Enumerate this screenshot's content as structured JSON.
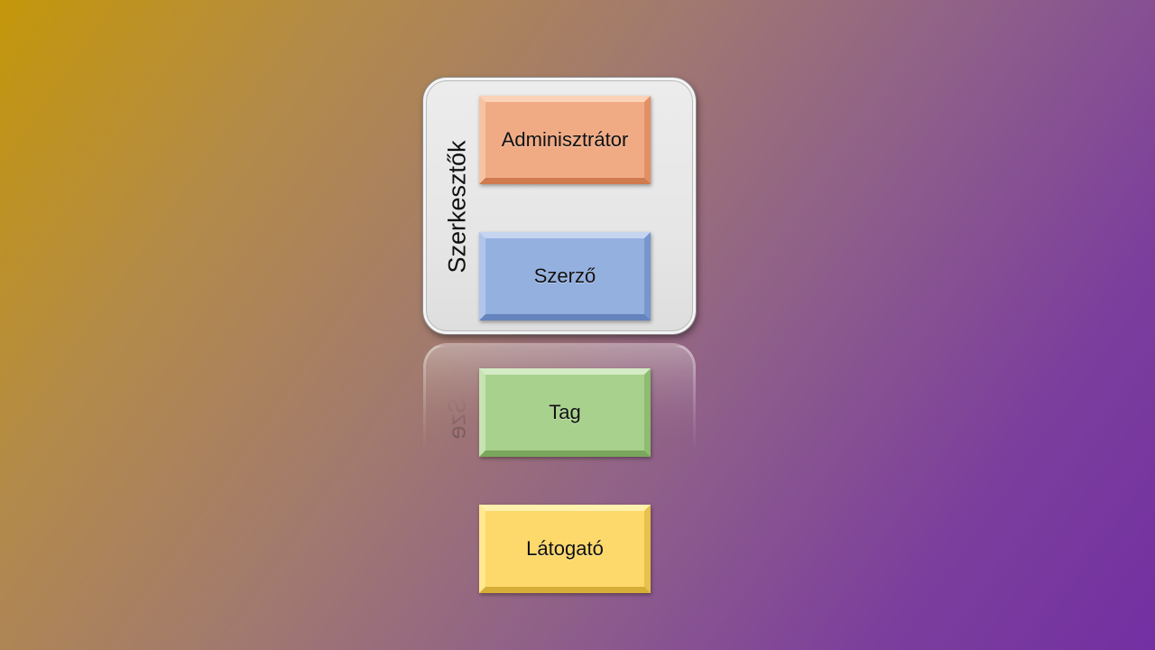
{
  "diagram": {
    "group": {
      "label": "Szerkesztők",
      "reflection_text": "Sze"
    },
    "roles": [
      {
        "label": "Adminisztrátor",
        "color": "#f0ab85"
      },
      {
        "label": "Szerző",
        "color": "#94b0df"
      },
      {
        "label": "Tag",
        "color": "#a9d18e"
      },
      {
        "label": "Látogató",
        "color": "#fdd86a"
      }
    ],
    "background_gradient": [
      "#c4970a",
      "#7230a2"
    ]
  }
}
